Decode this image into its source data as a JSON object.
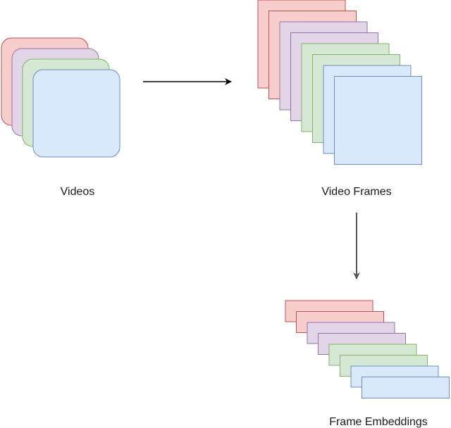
{
  "labels": {
    "videos": "Videos",
    "video_frames": "Video Frames",
    "frame_embeddings": "Frame Embeddings"
  },
  "palette": {
    "red": {
      "fill": "#f8cecc",
      "stroke": "#b85450"
    },
    "purple": {
      "fill": "#e1d5e7",
      "stroke": "#9673a6"
    },
    "green": {
      "fill": "#d5e8d4",
      "stroke": "#82b366"
    },
    "blue": {
      "fill": "#dae8fc",
      "stroke": "#6c8ebf"
    },
    "arrow": "#000000",
    "arrow_gray": "#555555"
  },
  "stacks": {
    "videos": [
      "red",
      "purple",
      "green",
      "blue"
    ],
    "video_frames": [
      "red",
      "red",
      "purple",
      "purple",
      "green",
      "green",
      "blue",
      "blue"
    ],
    "frame_embeddings": [
      "red",
      "red",
      "purple",
      "purple",
      "green",
      "green",
      "blue",
      "blue"
    ]
  }
}
